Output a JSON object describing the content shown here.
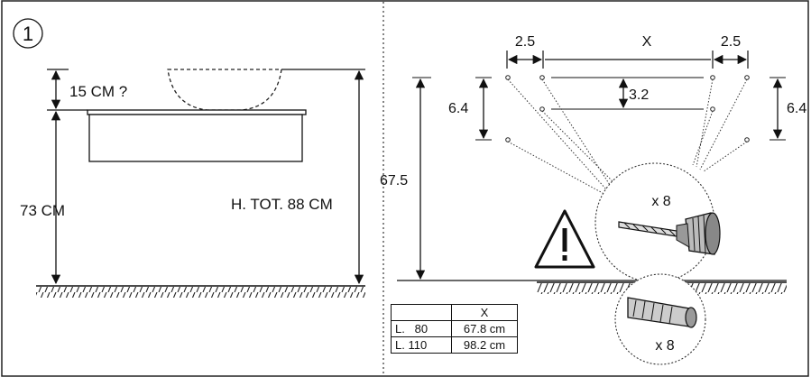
{
  "step_number": "1",
  "left": {
    "label_gap": "15 CM ?",
    "label_height": "73 CM",
    "label_total": "H. TOT. 88 CM"
  },
  "right": {
    "label_side_left": "2.5",
    "label_x": "X",
    "label_side_right": "2.5",
    "label_spacing_left": "6.4",
    "label_spacing_mid": "3.2",
    "label_spacing_right": "6.4",
    "label_height": "67.5",
    "drill_quantity": "x 8",
    "plug_quantity": "x 8"
  },
  "table": {
    "header": [
      "",
      "X"
    ],
    "rows": [
      [
        "L.   80",
        "67.8 cm"
      ],
      [
        "L. 110",
        "98.2 cm"
      ]
    ]
  },
  "icons": [
    "warning-icon",
    "drill-bit-icon",
    "wall-plug-icon"
  ]
}
